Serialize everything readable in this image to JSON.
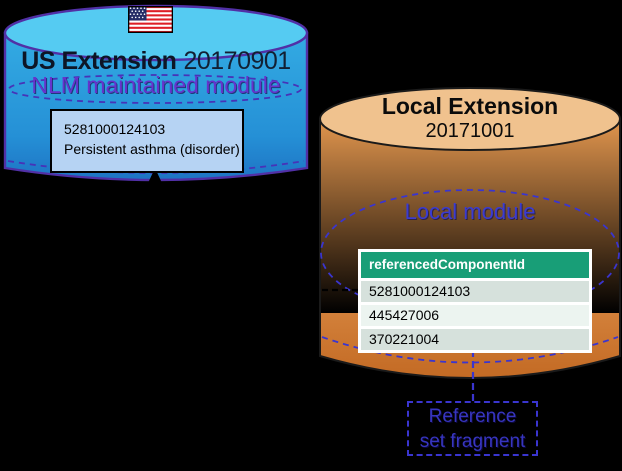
{
  "diagram": {
    "background": "#000000",
    "us_extension": {
      "title": "US Extension",
      "version": "20170901",
      "module_label": "NLM maintained module",
      "flag_icon": "us-flag-icon",
      "concept_box": {
        "concept_id": "5281000124103",
        "term": "Persistent asthma (disorder)"
      },
      "colors": {
        "top_ellipse": "#55cbf2",
        "body_top": "#33abe3",
        "body_bottom": "#1e74c4",
        "outline": "#5130a6",
        "module_text": "#6633cc",
        "concept_box_bg": "#b6d3f3"
      }
    },
    "local_extension": {
      "title": "Local Extension",
      "version": "20171001",
      "module_label": "Local module",
      "colors": {
        "top_ellipse": "#f0c28e",
        "body_top": "#e2964e",
        "body_bottom": "#c36a24",
        "outline": "#1a1a1a",
        "module_text": "#3b3bd0"
      },
      "refset_table": {
        "header": "referencedComponentId",
        "rows": [
          "5281000124103",
          "445427006",
          "370221004"
        ],
        "header_bg": "#189e77",
        "row_bg_odd": "#d6e1dc",
        "row_bg_even": "#ecf4f0"
      },
      "fragment_label": {
        "line1": "Reference",
        "line2": "set fragment"
      }
    },
    "connectors": {
      "concept_link_color": "#000000",
      "fragment_link_color": "#3a35cf"
    }
  }
}
